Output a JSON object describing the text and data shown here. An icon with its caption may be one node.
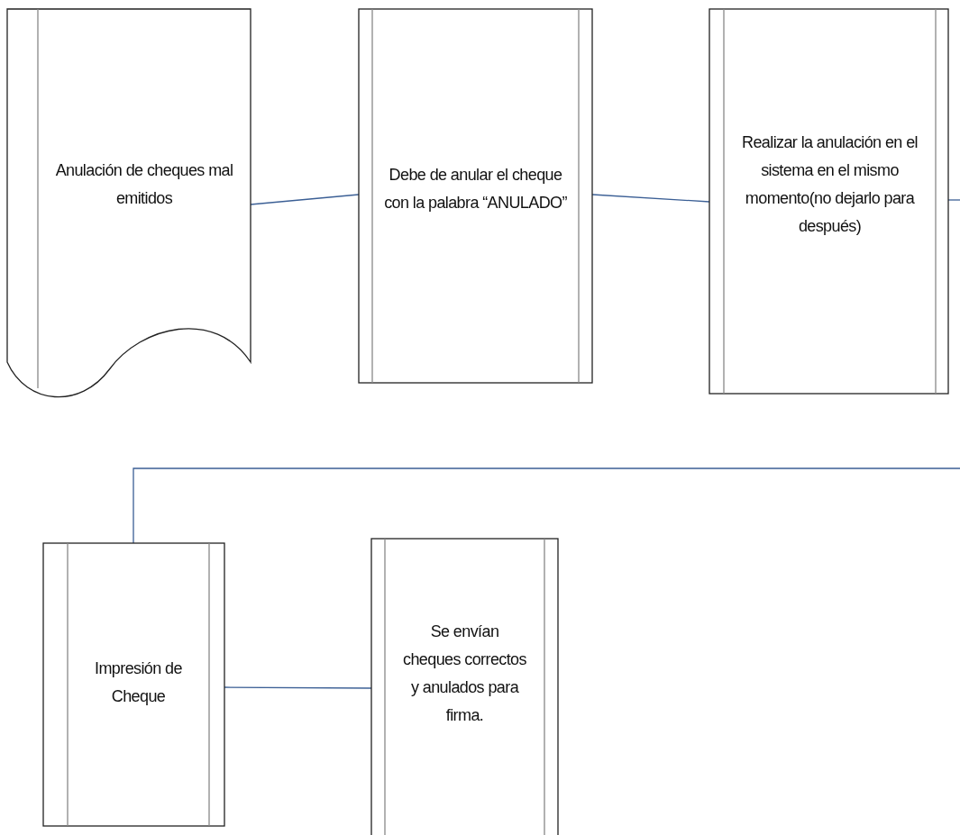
{
  "diagram": {
    "nodes": [
      {
        "text": [
          "Anulación de cheques mal emitidos"
        ]
      },
      {
        "text": [
          "Debe de anular el cheque con la palabra “ANULADO”"
        ]
      },
      {
        "text": [
          "Realizar la anulación en el sistema en el mismo momento(no dejarlo para después)"
        ]
      },
      {
        "text": [
          "Impresión de Cheque"
        ]
      },
      {
        "text": [
          "Se envían cheques correctos y anulados para firma."
        ]
      }
    ],
    "edges": [
      {
        "from": 0,
        "to": 1,
        "arrow": "none"
      },
      {
        "from": 1,
        "to": 2,
        "arrow": "none"
      },
      {
        "from": 2,
        "to": null,
        "arrow": "none"
      },
      {
        "from": null,
        "to": 3,
        "arrow": "none"
      },
      {
        "from": 3,
        "to": 4,
        "arrow": "none"
      }
    ]
  }
}
